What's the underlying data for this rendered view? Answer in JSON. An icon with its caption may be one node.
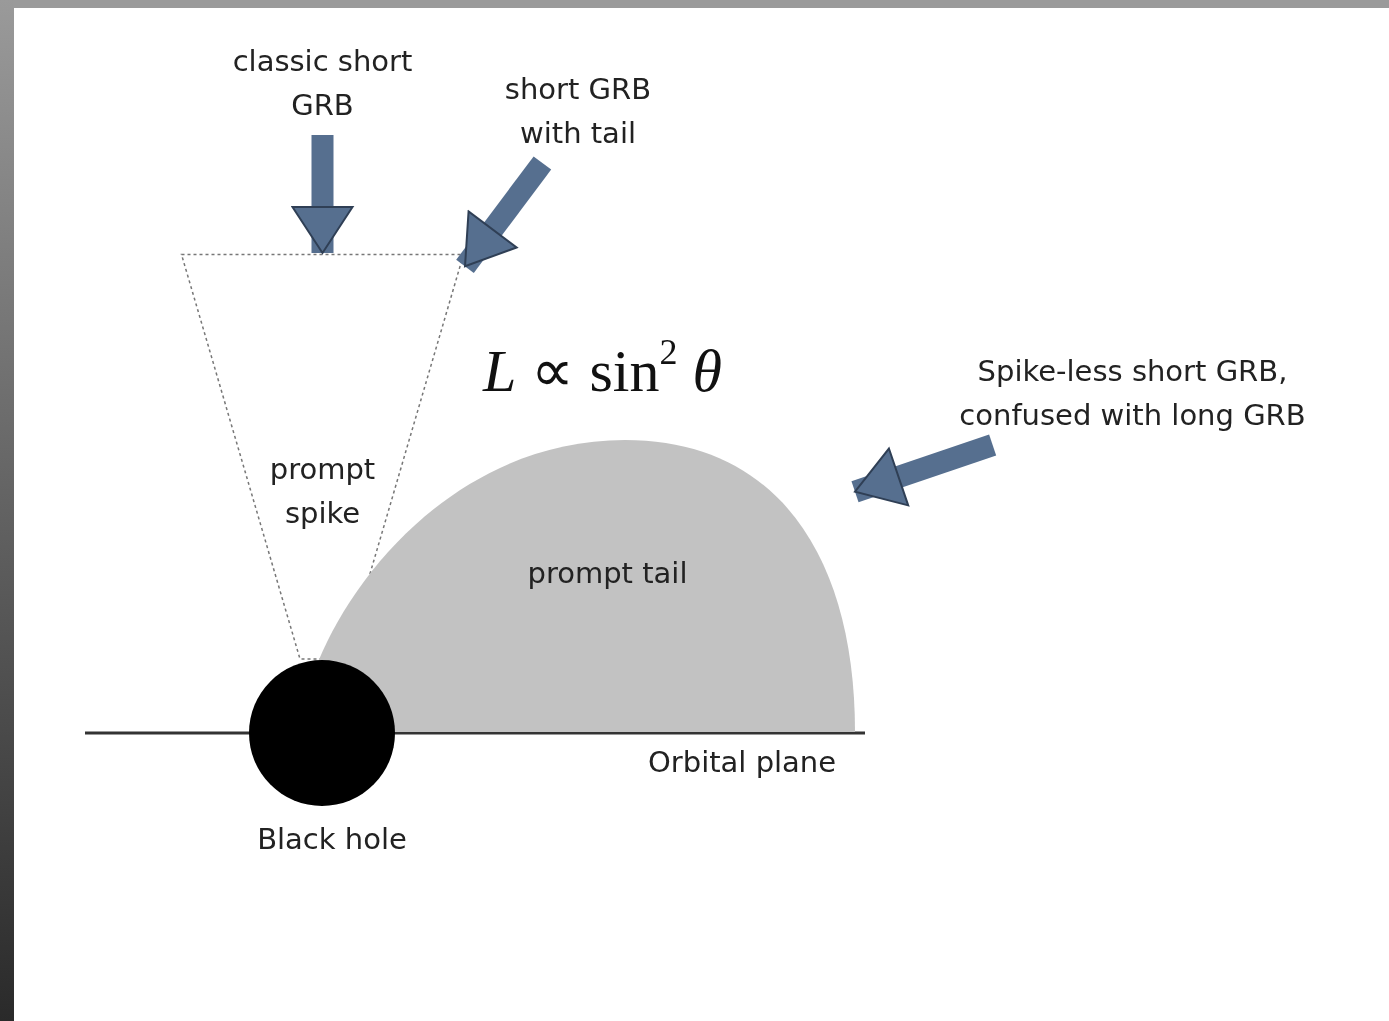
{
  "diagram": {
    "nodes": [
      {
        "text": [
          "classic short GRB"
        ]
      },
      {
        "text": [
          "short GRB with tail"
        ]
      },
      {
        "text": [
          "prompt spike"
        ]
      },
      {
        "text": [
          "prompt tail"
        ]
      },
      {
        "text": [
          "Spike-less short GRB, confused with long GRB"
        ]
      },
      {
        "text": [],
        "shape": "circle",
        "beside": [
          "Black hole"
        ]
      }
    ],
    "edges": [
      {
        "from": 0,
        "to": 2,
        "arrow": "to"
      },
      {
        "from": 1,
        "to": 2,
        "arrow": "to"
      },
      {
        "from": 4,
        "to": 3,
        "arrow": "to"
      }
    ],
    "labels": [
      "*L* ∝ sin$^{2}$ *θ*",
      "Orbital plane"
    ]
  }
}
